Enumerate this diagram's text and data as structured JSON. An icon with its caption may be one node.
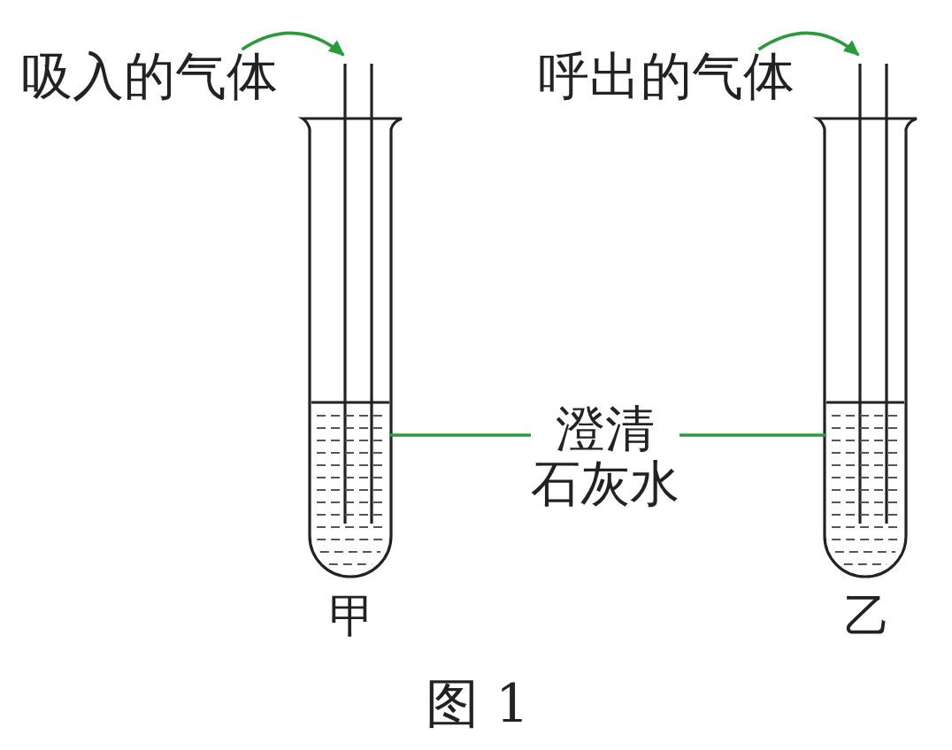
{
  "diagram": {
    "caption": "图 1",
    "nodes": [
      {
        "text": [
          "吸入的气体"
        ]
      },
      {
        "text": [],
        "shape": "tube",
        "beside": [
          "甲"
        ]
      },
      {
        "text": [
          "呼出的气体"
        ]
      },
      {
        "text": [],
        "shape": "tube",
        "beside": [
          "乙"
        ]
      },
      {
        "text": [
          "澄清石灰水"
        ]
      },
      {
        "text": [],
        "shape": "liquid",
        "in": 1
      },
      {
        "text": [],
        "shape": "liquid",
        "in": 3
      }
    ],
    "edges": [
      {
        "from": 0,
        "to": 1,
        "arrow": "to"
      },
      {
        "from": 2,
        "to": 3,
        "arrow": "to"
      },
      {
        "from": 4,
        "to": 5,
        "arrow": "none"
      },
      {
        "from": 4,
        "to": 6,
        "arrow": "none"
      }
    ]
  }
}
